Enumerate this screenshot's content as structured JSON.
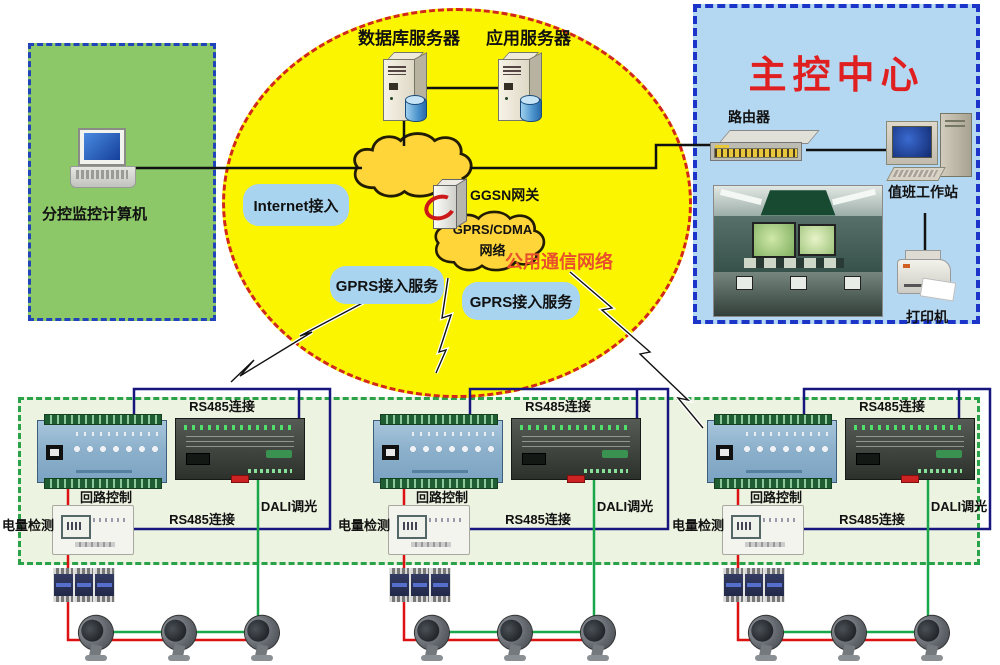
{
  "left_panel": {
    "label": "分控监控计算机"
  },
  "cloud": {
    "db_server_label": "数据库服务器",
    "app_server_label": "应用服务器",
    "ggsn_label": "GGSN网关",
    "gprs_network_line1": "GPRS/CDMA",
    "gprs_network_line2": "网络",
    "public_network_label": "公用通信网络",
    "internet_pill": "Internet接入",
    "gprs_pill_1": "GPRS接入服务",
    "gprs_pill_2": "GPRS接入服务"
  },
  "control_center": {
    "title": "主控中心",
    "router_label": "路由器",
    "workstation_label": "值班工作站",
    "printer_label": "打印机"
  },
  "groups": [
    {
      "rs485_top": "RS485连接",
      "loop_control": "回路控制",
      "rs485_bottom": "RS485连接",
      "dali_dim": "DALI调光",
      "power_detect": "电量检测"
    },
    {
      "rs485_top": "RS485连接",
      "loop_control": "回路控制",
      "rs485_bottom": "RS485连接",
      "dali_dim": "DALI调光",
      "power_detect": "电量检测"
    },
    {
      "rs485_top": "RS485连接",
      "loop_control": "回路控制",
      "rs485_bottom": "RS485连接",
      "dali_dim": "DALI调光",
      "power_detect": "电量检测"
    }
  ],
  "icons": {
    "laptop": "laptop-icon",
    "server": "server-tower-icon",
    "database": "database-cylinder-icon",
    "cloud": "cloud-icon",
    "gateway": "gateway-box-icon",
    "lightning": "lightning-bolt-icon",
    "router": "router-icon",
    "workstation": "workstation-icon",
    "printer": "printer-icon",
    "relay_controller": "relay-controller-device",
    "dali_controller": "dali-controller-device",
    "meter": "power-meter-device",
    "breaker": "circuit-breaker-icon",
    "floodlight": "floodlight-icon"
  },
  "colors": {
    "ellipse_yellow": "#fcf500",
    "cloud_gold": "#ffd53a",
    "left_green": "#8cc868",
    "bottom_green": "#edf3e1",
    "control_blue": "#b5d8f2",
    "pill_blue": "#a9d4f0",
    "title_red": "#e02020",
    "public_net_red": "#e8502c",
    "wire_navy": "#16167e",
    "wire_red": "#dd1111",
    "wire_green": "#18a74a",
    "wire_black": "#111111"
  }
}
